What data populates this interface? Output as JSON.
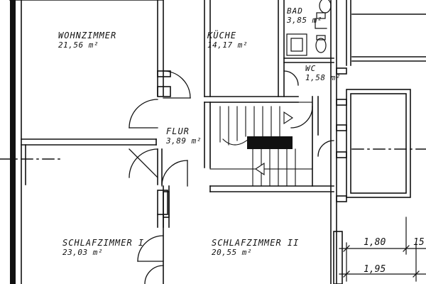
{
  "rooms": {
    "wohnzimmer": {
      "name": "WOHNZIMMER",
      "area": "21,56 m²"
    },
    "kueche": {
      "name": "KÜCHE",
      "area": "14,17 m²"
    },
    "bad": {
      "name": "BAD",
      "area": "3,85 m²"
    },
    "wc": {
      "name": "WC",
      "area": "1,58 m²"
    },
    "flur": {
      "name": "FLUR",
      "area": "3,89 m²"
    },
    "schlafzimmer_1": {
      "name": "SCHLAFZIMMER I",
      "area": "23,03 m²"
    },
    "schlafzimmer_2": {
      "name": "SCHLAFZIMMER II",
      "area": "20,55 m²"
    }
  },
  "dimensions": {
    "balcony_width": "1,80",
    "wall": "15",
    "overall": "1,95"
  }
}
